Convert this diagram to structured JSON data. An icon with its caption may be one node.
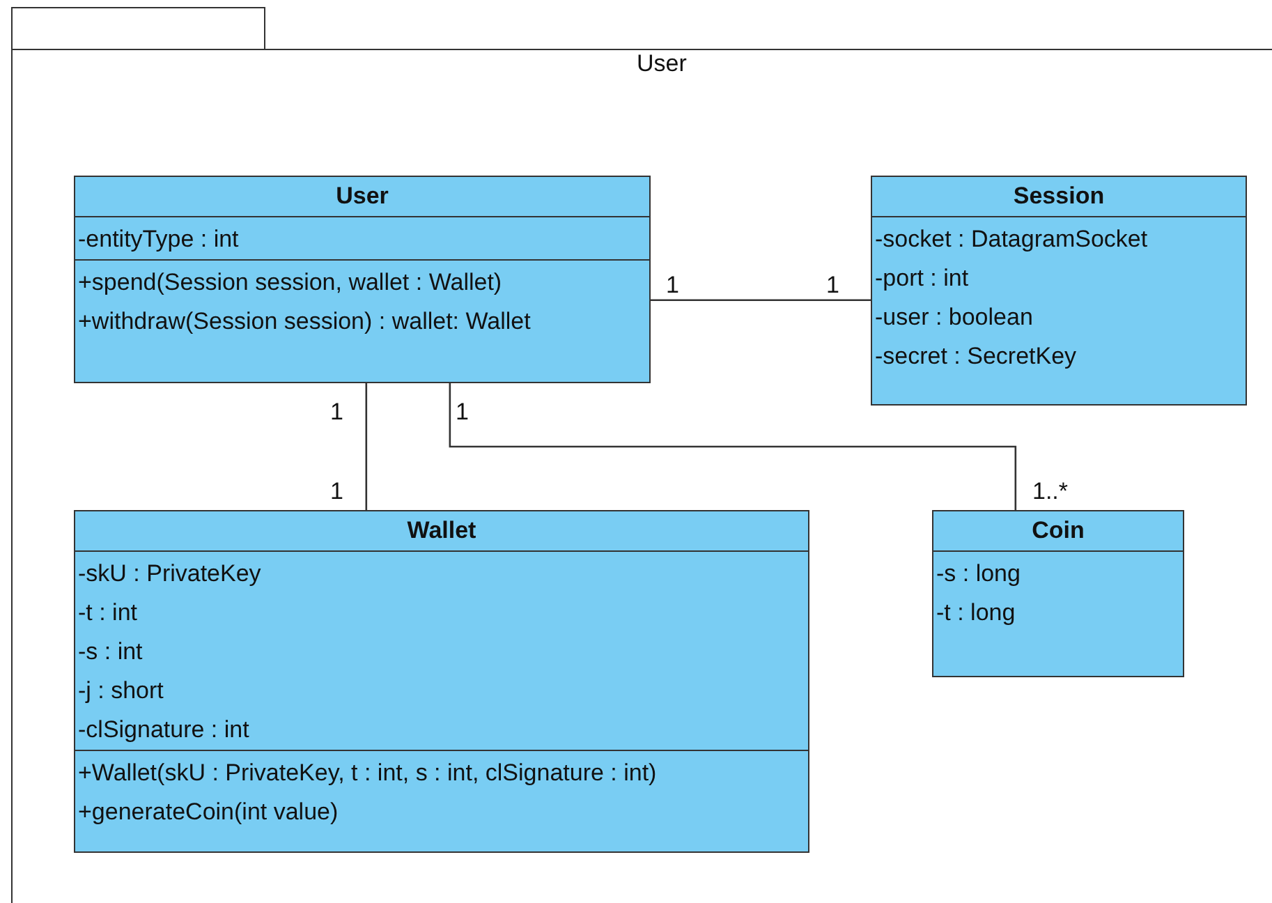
{
  "diagram": {
    "nodes": [
      {
        "text": [
          "User"
        ]
      },
      {
        "text": [
          "User",
          "-entityType : int",
          "+spend(Session session, wallet : Wallet)",
          "+withdraw(Session session) : wallet: Wallet"
        ],
        "in": 0
      },
      {
        "text": [
          "Session",
          "-socket : DatagramSocket",
          "-port : int",
          "-user : boolean",
          "-secret : SecretKey"
        ],
        "in": 0
      },
      {
        "text": [
          "Wallet",
          "-skU : PrivateKey",
          "-t : int",
          "-s : int",
          "-j : short",
          "-clSignature : int",
          "+Wallet(skU : PrivateKey, t : int, s : int, clSignature : int)",
          "+generateCoin(int value)"
        ],
        "in": 0
      },
      {
        "text": [
          "Coin",
          "-s : long",
          "-t : long"
        ],
        "in": 0
      }
    ],
    "edges": [
      {
        "from": 1,
        "to": 2,
        "arrow": "none"
      },
      {
        "from": 1,
        "to": 3,
        "arrow": "none"
      },
      {
        "from": 1,
        "to": 4,
        "arrow": "none"
      }
    ],
    "labels": [
      "1",
      "1",
      "1",
      "1",
      "1",
      "1..*"
    ]
  }
}
